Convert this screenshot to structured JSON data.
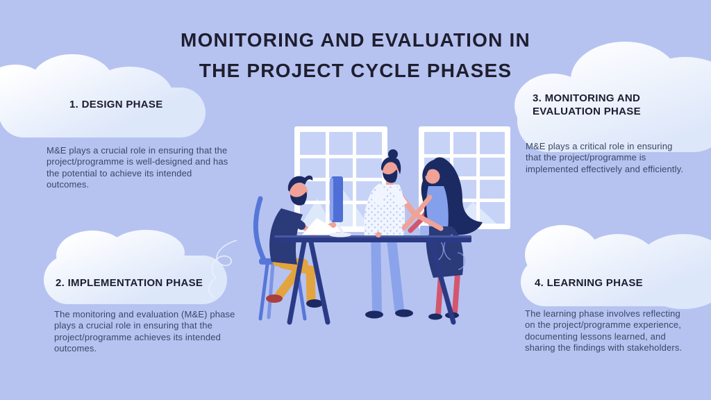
{
  "title": {
    "line1": "MONITORING AND EVALUATION IN",
    "line2": "THE PROJECT CYCLE PHASES"
  },
  "phases": [
    {
      "heading": "1. DESIGN PHASE",
      "body": "M&E plays a crucial role in ensuring that the project/programme is well-designed and has the potential to achieve its intended outcomes."
    },
    {
      "heading": "2. IMPLEMENTATION PHASE",
      "body": "The monitoring and evaluation (M&E) phase plays a crucial role in ensuring that the project/programme achieves its intended outcomes."
    },
    {
      "heading": "3. MONITORING AND EVALUATION PHASE",
      "body": "M&E plays a critical role in ensuring that the project/programme is implemented effectively and efficiently."
    },
    {
      "heading": "4. LEARNING PHASE",
      "body": "The learning phase involves reflecting on the project/programme experience, documenting lessons learned, and sharing the findings with stakeholders."
    }
  ],
  "colors": {
    "background": "#b6c3f1",
    "cloud_top": "#ffffff",
    "cloud_bottom": "#dbe5fa",
    "title_text": "#1f1e2e",
    "heading_text": "#1c1c30",
    "body_text": "#3a4763",
    "navy": "#2b3a79",
    "hair_navy": "#1b2a63",
    "skin": "#f0a296",
    "leg_pink": "#d2576e",
    "jeans_blue": "#8ba3ea",
    "pants_yellow": "#e3a43f",
    "tank_top_blue": "#84a0ec",
    "chair_blue": "#5777d8",
    "window_pane": "#c7d3f6",
    "monitor_blue": "#4f6fd6",
    "shoe_red": "#a8403e"
  }
}
